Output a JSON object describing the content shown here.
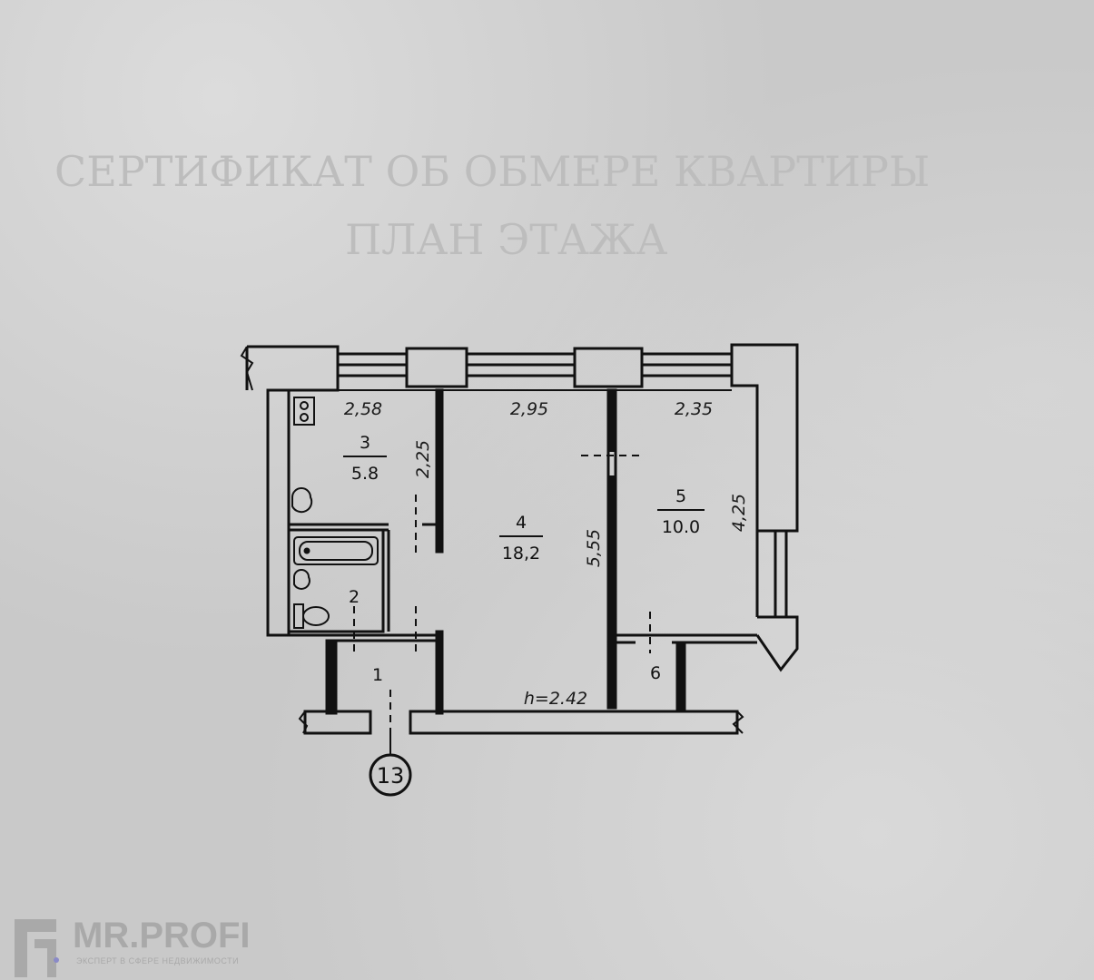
{
  "ghost_text": {
    "line1": "СЕРТИФИКАТ ОБ ОБМЕРЕ КВАРТИРЫ",
    "line2": "ПЛАН ЭТАЖА"
  },
  "floorplan": {
    "rooms": [
      {
        "number": "3",
        "area": "5.8"
      },
      {
        "number": "4",
        "area": "18,2"
      },
      {
        "number": "5",
        "area": "10.0"
      },
      {
        "number": "2",
        "area": ""
      },
      {
        "number": "1",
        "area": ""
      },
      {
        "number": "6",
        "area": ""
      }
    ],
    "dimensions": {
      "kitchen_width": "2,58",
      "kitchen_depth": "2,25",
      "living_width": "2,95",
      "living_depth": "5,55",
      "bedroom_width": "2,35",
      "bedroom_depth": "4,25"
    },
    "ceiling_height": "h=2.42",
    "apartment_number": "13"
  },
  "watermark": {
    "name": "MR.PROFI",
    "tagline": "ЭКСПЕРТ В СФЕРЕ НЕДВИЖИМОСТИ"
  },
  "colors": {
    "paper": "#c9c9c9",
    "ink": "#111111",
    "watermark": "#a9a9a9"
  }
}
